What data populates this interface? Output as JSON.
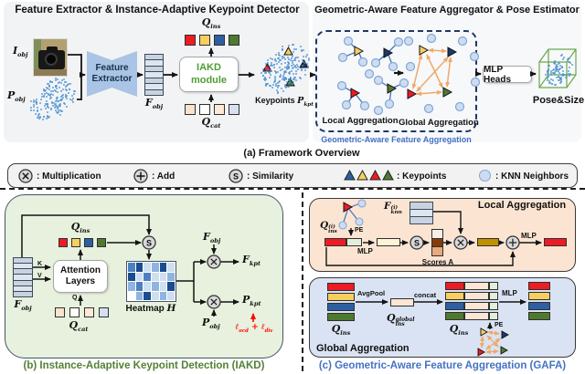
{
  "header": {
    "title_left": "Feature Extractor & Instance-Adaptive Keypoint Detector",
    "title_right": "Geometric-Aware Feature Aggregator & Pose Estimator"
  },
  "legend": {
    "mult_label": ": Multiplication",
    "add_label": ": Add",
    "sim_label": ": Similarity",
    "kpts_label": ": Keypoints",
    "knn_label": ": KNN Neighbors",
    "sim_symbol": "S"
  },
  "panel_a": {
    "caption": "(a) Framework Overview",
    "i_obj": {
      "base": "I",
      "sub": "obj"
    },
    "p_obj": {
      "base": "P",
      "sub": "obj"
    },
    "feature_extractor_line1": "Feature",
    "feature_extractor_line2": "Extractor",
    "f_obj": {
      "base": "F",
      "sub": "obj"
    },
    "iakd_line1": "IAKD",
    "iakd_line2": "module",
    "q_ins": {
      "base": "Q",
      "sub": "ins"
    },
    "q_cat": {
      "base": "Q",
      "sub": "cat"
    },
    "keypoints_text": "Keypoints",
    "p_kpt": {
      "base": "P",
      "sub": "kpt"
    },
    "local_label": "Local Aggregation",
    "global_label": "Global Aggregation",
    "gafa_label": "Geometric-Aware Feature Aggregation",
    "mlp_heads": "MLP Heads",
    "pose_size": "Pose&Size"
  },
  "panel_b": {
    "caption": "(b) Instance-Adaptive Keypoint Detection (IAKD)",
    "f_obj": {
      "base": "F",
      "sub": "obj"
    },
    "q_ins": {
      "base": "Q",
      "sub": "ins"
    },
    "q_cat": {
      "base": "Q",
      "sub": "cat"
    },
    "attention_line1": "Attention",
    "attention_line2": "Layers",
    "k": "K",
    "v": "V",
    "q": "Q",
    "heatmap_text": "Heatmap",
    "h": "H",
    "p_obj": {
      "base": "P",
      "sub": "obj"
    },
    "f_kpt": {
      "base": "F",
      "sub": "kpt"
    },
    "p_kpt": {
      "base": "P",
      "sub": "kpt"
    },
    "s_symbol": "S",
    "loss": {
      "ell": "ℓ",
      "sub1": "ocd",
      "plus": " + ",
      "sub2": "div"
    },
    "heatmap_grid": [
      [
        3,
        4,
        1,
        2,
        4,
        1
      ],
      [
        4,
        1,
        3,
        1,
        1,
        2
      ],
      [
        2,
        3,
        1,
        2,
        1,
        4
      ],
      [
        0,
        2,
        4,
        1,
        2,
        1
      ]
    ]
  },
  "panel_c": {
    "caption": "(c) Geometric-Aware Feature Aggregation (GAFA)",
    "local_title": "Local Aggregation",
    "global_title": "Global Aggregation",
    "q_ins_i": {
      "base": "Q",
      "sup": "(i)",
      "sub": "ins"
    },
    "f_knn_i": {
      "base": "F",
      "sup": "(i)",
      "sub": "knn"
    },
    "pe": "PE",
    "mlp": "MLP",
    "scores_a": "Scores A",
    "avgpool": "AvgPool",
    "concat": "concat",
    "q_ins": {
      "base": "Q",
      "sub": "ins"
    },
    "q_ins_global": {
      "base": "Q",
      "sup": "global",
      "sub": "ins"
    },
    "s_symbol": "S"
  },
  "colors": {
    "q_ins_squares": [
      "#ed1c24",
      "#f6cf5f",
      "#2e5fa3",
      "#4e7a30"
    ],
    "q_cat_squares": [
      "#fae3ce",
      "#ffffff",
      "#fbe9d6",
      "#d6e0f0"
    ],
    "legend_triangles": [
      "#2e5fa3",
      "#f6cf5f",
      "#ed1c24",
      "#4e7a30"
    ],
    "cluster_triangles": [
      "#f6cf5f",
      "#1f3864",
      "#ed1c24",
      "#4e7a30"
    ],
    "heatmap_shades": [
      "#fbfdff",
      "#cfdff2",
      "#8fb4df",
      "#4d80c2",
      "#1a4c8f"
    ],
    "scores_cells": [
      "#f7efe7",
      "#843c0c",
      "#e8a97e"
    ],
    "local_bars": {
      "input": "#ed1c24",
      "pe": "#e2efda",
      "mlp_out": "#fdf3d7",
      "weighted": "#bf9000",
      "output": "#ed1c24"
    },
    "global_peach": "#fce5d4",
    "global_green": "#e2efda",
    "accent_blue": "#4472c4",
    "accent_green": "#538135",
    "iakd_green": "#4e9e36",
    "loss_red": "#ff0000",
    "knn_fill": "#cfdcf0",
    "knn_stroke": "#7fa8d8",
    "cloud_blue": "#4a90d2",
    "orange_edge": "#f0a868",
    "cluster_line": "#4472c4",
    "cube_green": "#6aa84f"
  }
}
